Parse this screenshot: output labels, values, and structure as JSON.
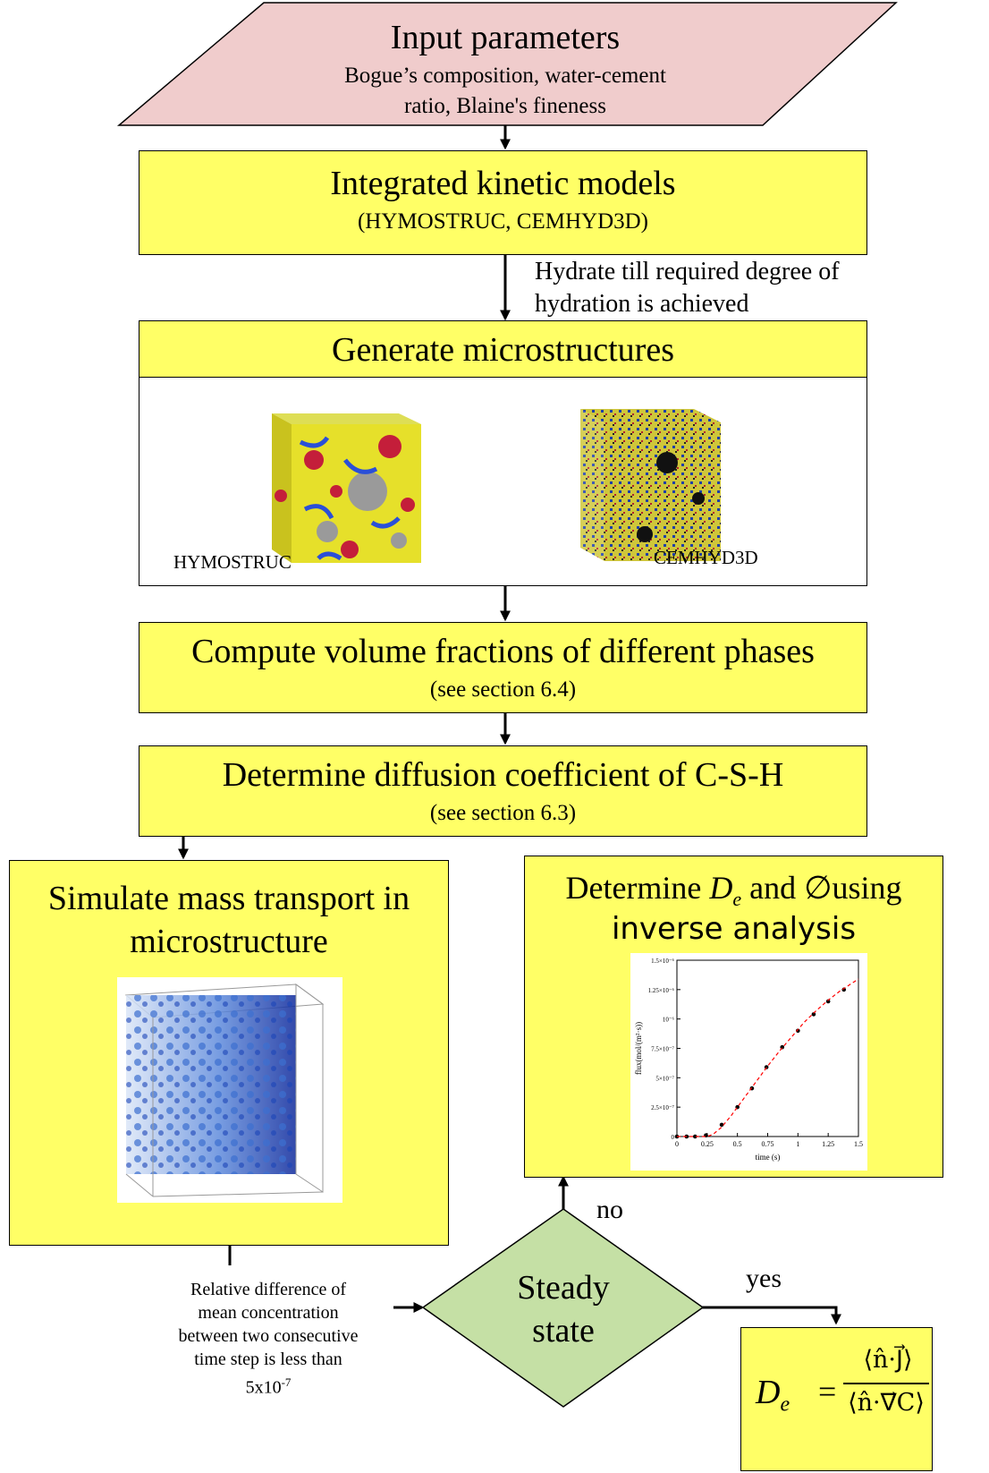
{
  "input": {
    "title": "Input parameters",
    "line1": "Bogue’s composition, water-cement",
    "line2": "ratio,  Blaine's fineness"
  },
  "kinetic": {
    "title": "Integrated kinetic models",
    "subtitle": "(HYMOSTRUC, CEMHYD3D)"
  },
  "hydrate_note": {
    "line1": "Hydrate till required degree of",
    "line2": "hydration is achieved"
  },
  "microstructures": {
    "title": "Generate microstructures",
    "label_left": "HYMOSTRUC",
    "label_right": "CEMHYD3D"
  },
  "volume": {
    "title": "Compute volume fractions of different phases",
    "subtitle": "(see section 6.4)"
  },
  "diffusion": {
    "title": "Determine diffusion coefficient of C-S-H",
    "subtitle": "(see section 6.3)"
  },
  "simulate": {
    "line1": "Simulate mass transport in",
    "line2": "microstructure"
  },
  "inverse": {
    "prefix": "Determine ",
    "symbol_d": "D",
    "symbol_e": "e",
    "mid": " and ",
    "phi": "∅",
    "suffix": "using",
    "line2": "inverse analysis"
  },
  "criterion": {
    "line1": "Relative difference of",
    "line2": "mean concentration",
    "line3": "between two consecutive",
    "line4": "time step is less than",
    "line5_base": "5x10",
    "line5_exp": "-7"
  },
  "steady": {
    "line1": "Steady",
    "line2": "state",
    "no": "no",
    "yes": "yes"
  },
  "formula": {
    "lhs": "D",
    "lhs_sub": "e",
    "eq": "=",
    "numerator": "⟨n̂·J⃗⟩",
    "denominator": "⟨n̂·∇⃗C⟩"
  },
  "chart_data": {
    "type": "scatter",
    "xlabel": "time (s)",
    "ylabel": "flux(mol/(m²·s))",
    "xlim": [
      0,
      1.5
    ],
    "ylim": [
      0,
      1.5e-06
    ],
    "x_ticks": [
      "0",
      "0.25",
      "0.5",
      "0.75",
      "1",
      "1.25",
      "1.5"
    ],
    "y_ticks": [
      "0",
      "2.5×10⁻⁷",
      "5×10⁻⁷",
      "7.5×10⁻⁷",
      "10⁻⁶",
      "1.25×10⁻⁶",
      "1.5×10⁻⁶"
    ],
    "series": [
      {
        "style": "points",
        "color": "#000000",
        "x": [
          0,
          0.08,
          0.15,
          0.24,
          0.37,
          0.5,
          0.62,
          0.74,
          0.87,
          1.0,
          1.13,
          1.25,
          1.38
        ],
        "y": [
          0,
          0,
          0,
          1e-08,
          1e-07,
          2.5e-07,
          4.1e-07,
          5.9e-07,
          7.6e-07,
          9e-07,
          1.04e-06,
          1.15e-06,
          1.25e-06
        ]
      },
      {
        "style": "dashed-line",
        "color": "#ff0000",
        "x": [
          0,
          0.25,
          0.3,
          0.37,
          0.45,
          0.55,
          0.65,
          0.75,
          0.85,
          0.95,
          1.05,
          1.15,
          1.25,
          1.35,
          1.5
        ],
        "y": [
          0,
          0,
          2e-08,
          8e-08,
          1.8e-07,
          3.2e-07,
          4.6e-07,
          6e-07,
          7.3e-07,
          8.5e-07,
          9.7e-07,
          1.07e-06,
          1.16e-06,
          1.24e-06,
          1.34e-06
        ]
      }
    ]
  }
}
